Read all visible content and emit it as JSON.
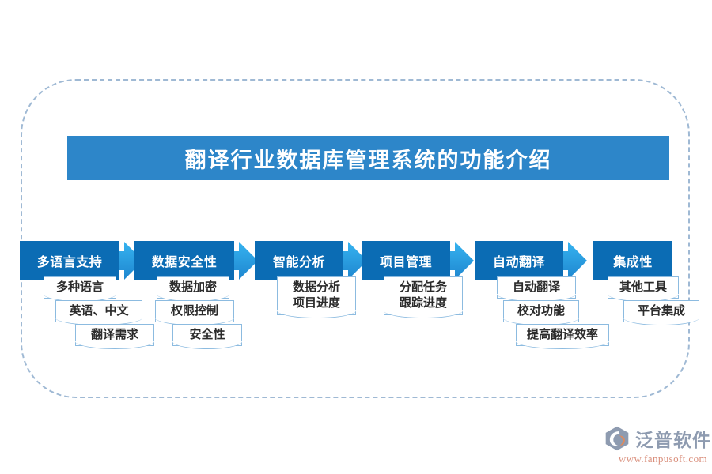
{
  "title": {
    "text": "翻译行业数据库管理系统的功能介绍",
    "banner_color": "#2d86c9"
  },
  "theme": {
    "header_blue": "#0b6cb4",
    "arrow_blue": "#29a3e8",
    "box_border": "#8cbbe0",
    "frame_dash": "#9fb9d4"
  },
  "flow": {
    "columns": [
      {
        "header": "多语言支持",
        "boxes": [
          {
            "lines": [
              "多种语言"
            ]
          },
          {
            "lines": [
              "英语、中文"
            ]
          },
          {
            "lines": [
              "翻译需求"
            ]
          }
        ]
      },
      {
        "header": "数据安全性",
        "boxes": [
          {
            "lines": [
              "数据加密"
            ]
          },
          {
            "lines": [
              "权限控制"
            ]
          },
          {
            "lines": [
              "安全性"
            ]
          }
        ]
      },
      {
        "header": "智能分析",
        "boxes": [
          {
            "lines": [
              "数据分析",
              "项目进度"
            ]
          }
        ]
      },
      {
        "header": "项目管理",
        "boxes": [
          {
            "lines": [
              "分配任务",
              "跟踪进度"
            ]
          }
        ]
      },
      {
        "header": "自动翻译",
        "boxes": [
          {
            "lines": [
              "自动翻译"
            ]
          },
          {
            "lines": [
              "校对功能"
            ]
          },
          {
            "lines": [
              "提高翻译效率"
            ]
          }
        ]
      },
      {
        "header": "集成性",
        "boxes": [
          {
            "lines": [
              "其他工具"
            ]
          },
          {
            "lines": [
              "平台集成"
            ]
          }
        ]
      }
    ]
  },
  "watermark": {
    "text": "泛普软件"
  },
  "logo": {
    "name": "泛普软件",
    "url": "www.fanpusoft.com"
  }
}
